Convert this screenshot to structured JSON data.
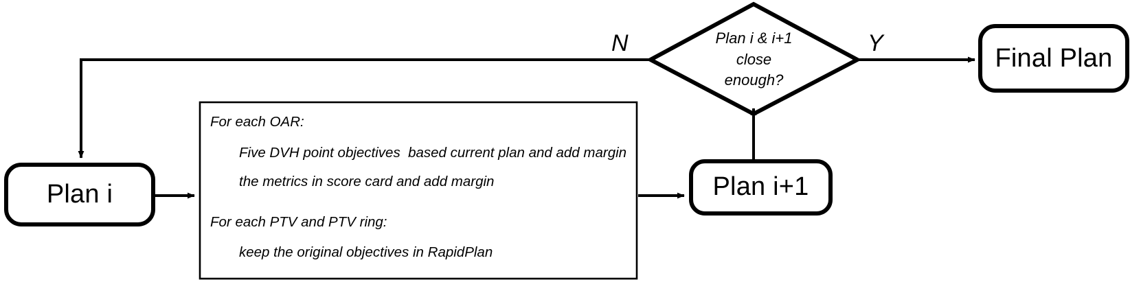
{
  "diagram": {
    "title": "RapidPlan iterative plan optimization flowchart",
    "colors": {
      "stroke": "#000000",
      "fill": "#ffffff",
      "text": "#000000"
    },
    "nodes": {
      "plan_i": {
        "label": "Plan i",
        "shape": "rounded-rectangle"
      },
      "plan_i_plus_1": {
        "label": "Plan i+1",
        "shape": "rounded-rectangle"
      },
      "final_plan": {
        "label": "Final Plan",
        "shape": "rounded-rectangle"
      },
      "decision": {
        "shape": "diamond",
        "lines": [
          "Plan i & i+1",
          "close",
          "enough?"
        ]
      },
      "detail_box": {
        "shape": "rectangle",
        "lines": [
          "For each OAR:",
          "Five DVH point objectives  based current plan and add margin",
          "the metrics in score card and add margin",
          "For each PTV and PTV ring:",
          "keep the original objectives in RapidPlan"
        ]
      }
    },
    "edges": {
      "no_label": "N",
      "yes_label": "Y"
    }
  }
}
